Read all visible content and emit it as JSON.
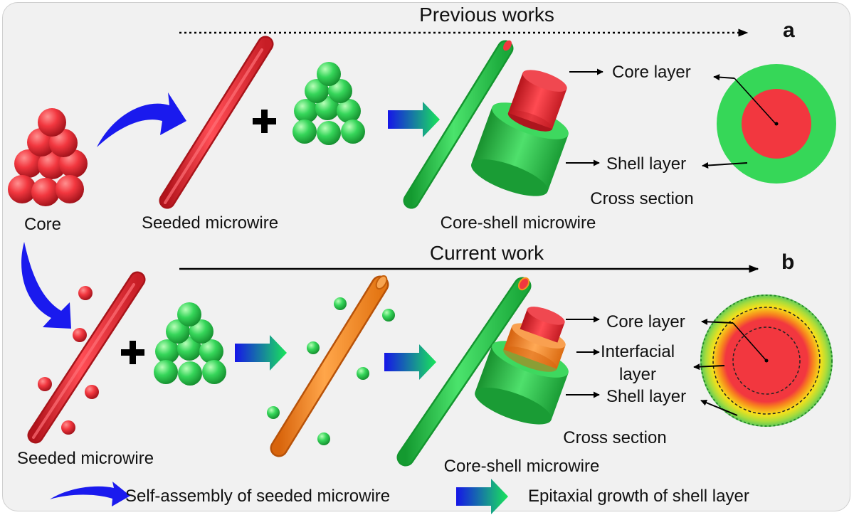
{
  "panel_a": {
    "title": "Previous works",
    "letter": "a",
    "core": "Core",
    "seeded_microwire": "Seeded microwire",
    "core_shell_microwire": "Core-shell microwire",
    "core_layer": "Core layer",
    "shell_layer": "Shell layer",
    "cross_section": "Cross section"
  },
  "panel_b": {
    "title": "Current work",
    "letter": "b",
    "seeded_microwire": "Seeded microwire",
    "core_shell_microwire": "Core-shell microwire",
    "core_layer": "Core layer",
    "interfacial_line1": "Interfacial",
    "interfacial_line2": "layer",
    "shell_layer": "Shell layer",
    "cross_section": "Cross section"
  },
  "legend": {
    "self_assembly": "Self-assembly of seeded microwire",
    "epitaxial": "Epitaxial growth of shell layer"
  },
  "colors": {
    "core_red": "#f2373f",
    "shell_green": "#2fd455",
    "interfacial_orange": "#f7941d",
    "arrow_blue": "#1a1aee"
  }
}
